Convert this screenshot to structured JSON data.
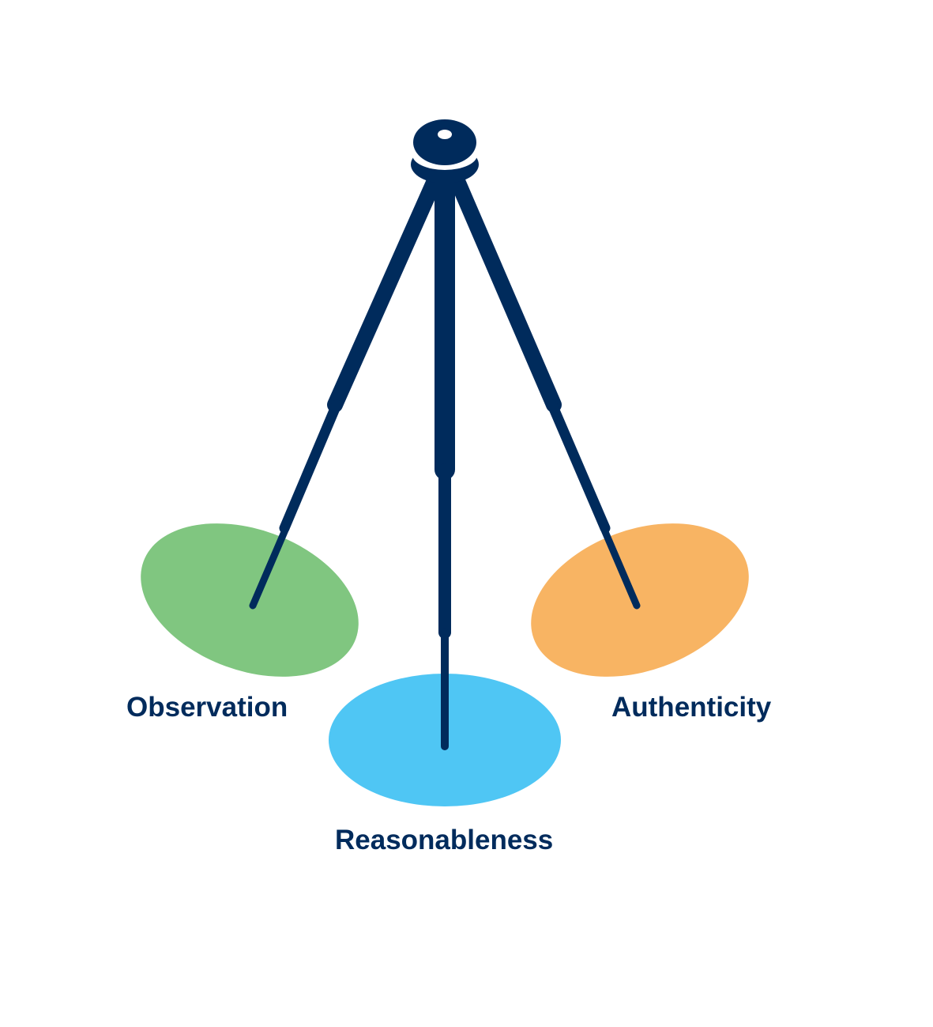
{
  "colors": {
    "tripod": "#002B5C",
    "observation": "#80C680",
    "reasonableness": "#4FC6F4",
    "authenticity": "#F8B463",
    "label": "#002B5C",
    "background": "#FFFFFF"
  },
  "icons": {
    "tripod": "tripod-icon"
  },
  "labels": {
    "left": "Observation",
    "center": "Reasonableness",
    "right": "Authenticity"
  }
}
